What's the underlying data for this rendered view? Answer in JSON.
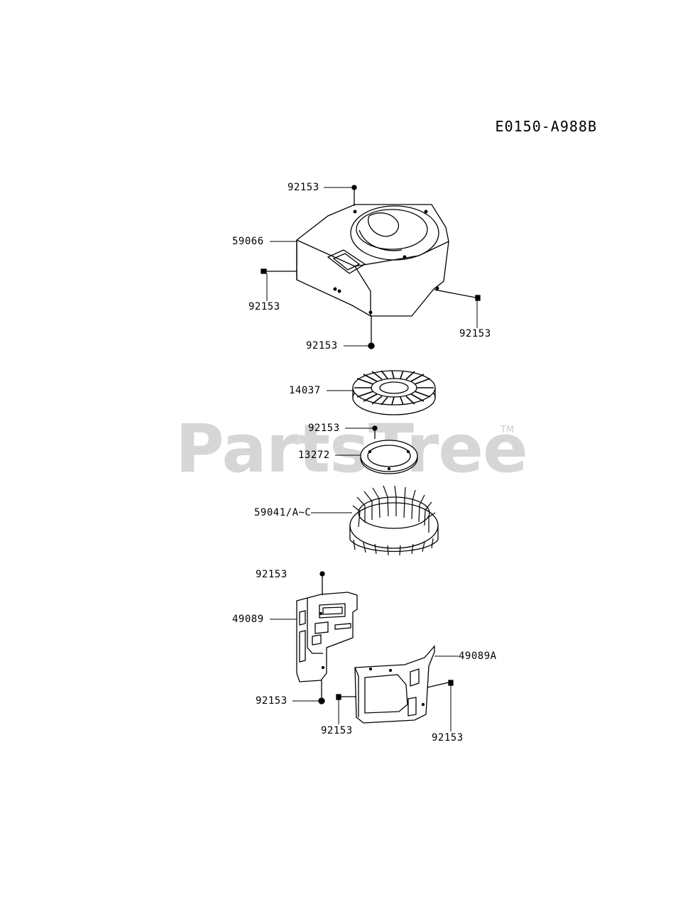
{
  "diagram": {
    "code": "E0150-A988B",
    "watermark": "PartsTree",
    "trademark": "TM",
    "labels": {
      "p92153_top": "92153",
      "p59066": "59066",
      "p92153_left": "92153",
      "p92153_right": "92153",
      "p92153_bottom": "92153",
      "p14037": "14037",
      "p92153_mid": "92153",
      "p13272": "13272",
      "p59041": "59041/A~C",
      "p92153_shield_top": "92153",
      "p49089": "49089",
      "p49089A": "49089A",
      "p92153_shield_bottom": "92153",
      "p92153_shield2_left": "92153",
      "p92153_shield2_right": "92153"
    }
  }
}
